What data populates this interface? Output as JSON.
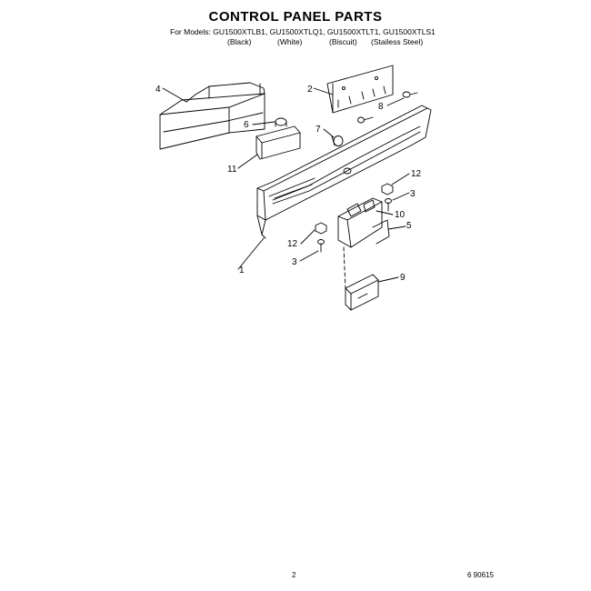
{
  "header": {
    "title": "CONTROL PANEL PARTS",
    "models_line": "For Models: GU1500XTLB1, GU1500XTLQ1, GU1500XTLT1, GU1500XTLS1",
    "colors": [
      "(Black)",
      "(White)",
      "(Biscuit)",
      "(Stailess Steel)"
    ]
  },
  "callouts": [
    "1",
    "2",
    "3",
    "3",
    "4",
    "5",
    "6",
    "7",
    "8",
    "9",
    "10",
    "11",
    "12",
    "12"
  ],
  "footer": {
    "page_number": "2",
    "doc_code": "6 90615"
  }
}
